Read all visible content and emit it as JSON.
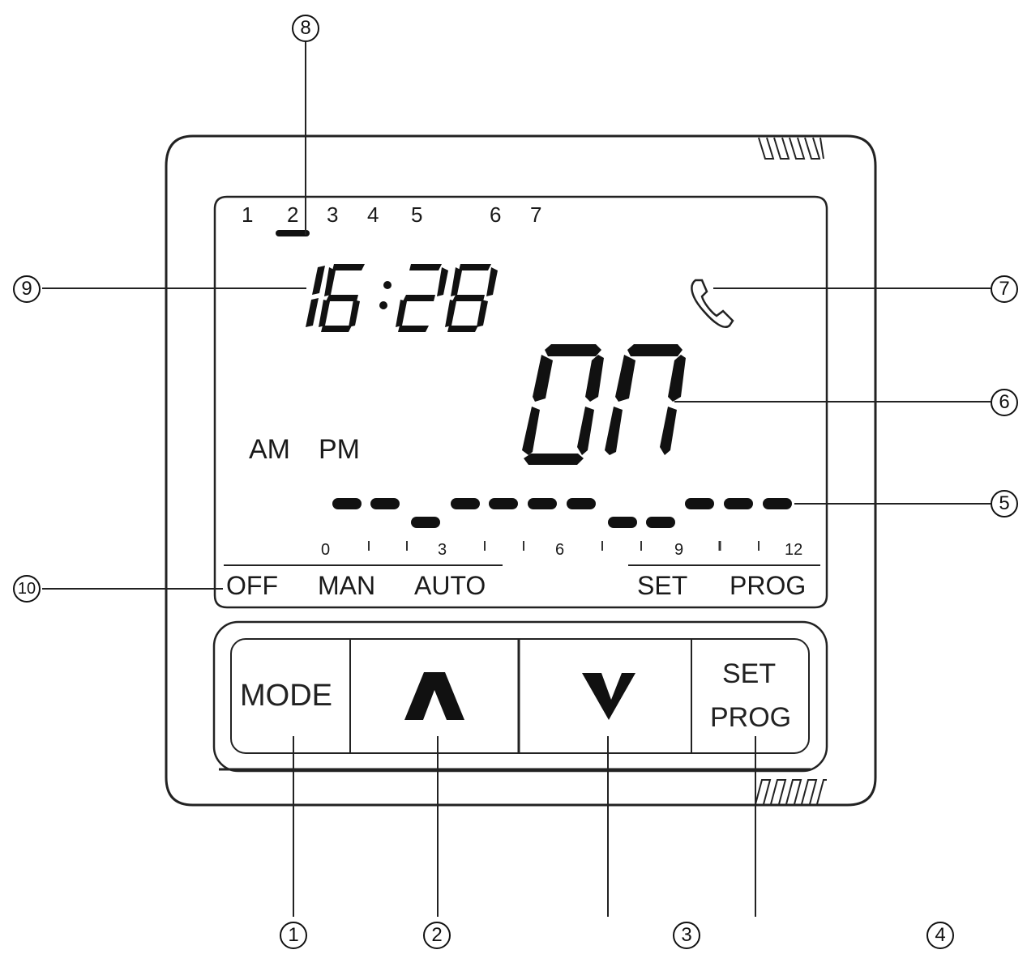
{
  "display": {
    "days": [
      "1",
      "2",
      "3",
      "4",
      "5",
      "6",
      "7"
    ],
    "active_day": "2",
    "time": "16:28",
    "status": "ON",
    "am_label": "AM",
    "pm_label": "PM",
    "telephone_icon": "telephone-icon",
    "program_bar": {
      "segments": [
        "high",
        "high",
        "low",
        "high",
        "high",
        "high",
        "high",
        "low",
        "low",
        "high",
        "high",
        "high"
      ]
    },
    "scale_labels": [
      "0",
      "3",
      "6",
      "9",
      "12"
    ],
    "modes_left": [
      "OFF",
      "MAN",
      "AUTO"
    ],
    "modes_right": [
      "SET",
      "PROG"
    ]
  },
  "buttons": {
    "mode": "MODE",
    "up_icon": "up-arrow-icon",
    "down_icon": "down-arrow-icon",
    "set_line1": "SET",
    "set_line2": "PROG"
  },
  "callouts": {
    "c1": "1",
    "c2": "2",
    "c3": "3",
    "c4": "4",
    "c5": "5",
    "c6": "6",
    "c7": "7",
    "c8": "8",
    "c9": "9",
    "c10": "10"
  }
}
